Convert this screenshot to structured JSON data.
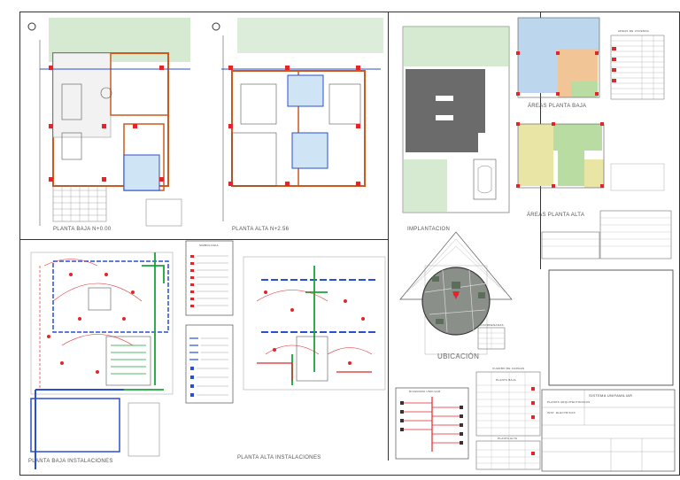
{
  "sheet": {
    "title_plan_baja": "PLANTA BAJA N+0.00",
    "title_plan_alta": "PLANTA ALTA N+2.56",
    "title_implantacion": "IMPLANTACION",
    "title_areas_baja": "ÁREAS PLANTA BAJA",
    "title_areas_alta": "ÁREAS PLANTA ALTA",
    "title_ubicacion": "UBICACIÓN",
    "title_baja_inst": "PLANTA BAJA INSTALACIONES",
    "title_alta_inst": "PLANTA ALTA INSTALACIONES",
    "cuadro_areas_title": "AREAS DE VIVIENDA",
    "simbologia_title": "SIMBOLOGIA",
    "diagrama_title": "DIAGRAMA UNIFILAR",
    "cuadro_cargas_title": "CUADRO DE CARGAS",
    "cargas_baja": "PLANTA BAJA",
    "cargas_alta": "PLANTA ALTA",
    "coordenadas_title": "COORDENADAS",
    "titleblock_line1": "SISTEMA UNIFAMILIAR",
    "titleblock_line2": "PLANOS ARQUITECTONICOS",
    "titleblock_line3": "INST. ELECTRICAS"
  },
  "colors": {
    "wall": "#cc5a1e",
    "electric_red": "#e0262a",
    "electric_blue": "#2a4fd0",
    "electric_green": "#1aa33a",
    "area_blue": "#bcd6ee",
    "area_orange": "#f2c596",
    "area_green": "#b9dca2",
    "area_yellow": "#e9e5a4",
    "vegetation": "#b9dcb3",
    "roof": "#6b6b6b"
  }
}
